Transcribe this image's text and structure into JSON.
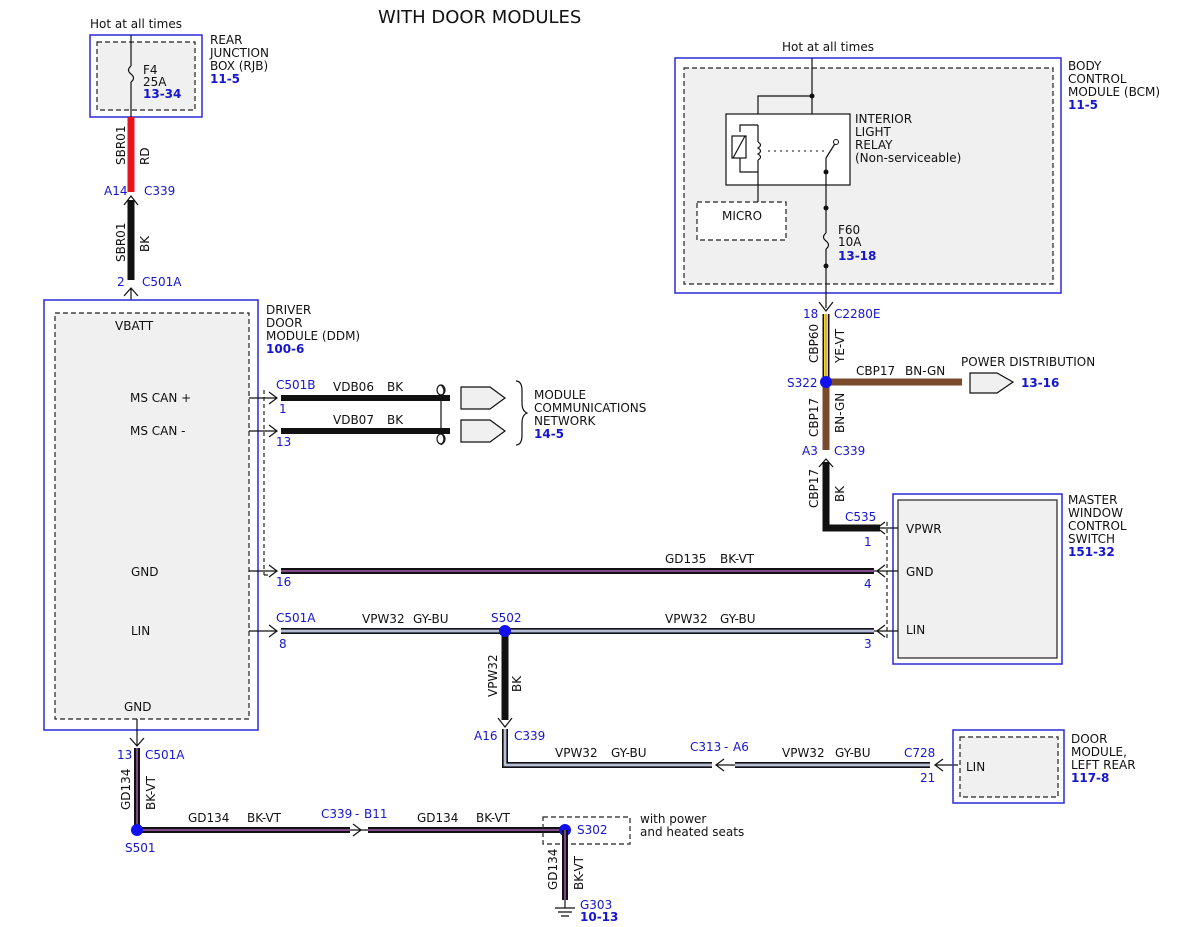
{
  "title": "WITH DOOR MODULES",
  "hot_at_all_times": "Hot at all times",
  "rjb": {
    "lines": [
      "REAR",
      "JUNCTION",
      "BOX (RJB)"
    ],
    "ref": "11-5",
    "fuse": "F4",
    "amps": "25A",
    "fuse_ref": "13-34"
  },
  "wire_sbr01_rd": {
    "circuit": "SBR01",
    "color": "RD"
  },
  "conn_a14": {
    "pin": "A14",
    "name": "C339"
  },
  "wire_sbr01_bk": {
    "circuit": "SBR01",
    "color": "BK"
  },
  "conn_c501a_2": {
    "pin": "2",
    "name": "C501A"
  },
  "ddm": {
    "lines": [
      "DRIVER",
      "DOOR",
      "MODULE (DDM)"
    ],
    "ref": "100-6",
    "vbatt": "VBATT",
    "ms_can_plus": "MS CAN +",
    "ms_can_minus": "MS CAN -",
    "gnd_right": "GND",
    "lin": "LIN",
    "gnd_bottom": "GND"
  },
  "conn_c501b": {
    "name": "C501B",
    "pin1": "1",
    "pin13": "13"
  },
  "wire_vdb06": {
    "circuit": "VDB06",
    "color": "BK"
  },
  "wire_vdb07": {
    "circuit": "VDB07",
    "color": "BK"
  },
  "mcn": {
    "lines": [
      "MODULE",
      "COMMUNICATIONS",
      "NETWORK"
    ],
    "ref": "14-5"
  },
  "bcm": {
    "lines": [
      "BODY",
      "CONTROL",
      "MODULE (BCM)"
    ],
    "ref": "11-5",
    "relay_lines": [
      "INTERIOR",
      "LIGHT",
      "RELAY",
      "(Non-serviceable)"
    ],
    "micro": "MICRO",
    "fuse": "F60",
    "amps": "10A",
    "fuse_ref": "13-18"
  },
  "conn_c2280e": {
    "pin": "18",
    "name": "C2280E"
  },
  "wire_cbp60": {
    "circuit": "CBP60",
    "color": "YE-VT"
  },
  "splice_s322": "S322",
  "wire_cbp17_h": {
    "circuit": "CBP17",
    "color": "BN-GN"
  },
  "power_distribution": {
    "label": "POWER DISTRIBUTION",
    "ref": "13-16"
  },
  "wire_cbp17_v": {
    "circuit": "CBP17",
    "color": "BN-GN"
  },
  "conn_a3": {
    "pin": "A3",
    "name": "C339"
  },
  "wire_cbp17_bk": {
    "circuit": "CBP17",
    "color": "BK"
  },
  "conn_c535": {
    "name": "C535",
    "pin1": "1",
    "pin4": "4",
    "pin3": "3"
  },
  "mwcs": {
    "lines": [
      "MASTER",
      "WINDOW",
      "CONTROL",
      "SWITCH"
    ],
    "ref": "151-32",
    "vpwr": "VPWR",
    "gnd": "GND",
    "lin": "LIN"
  },
  "conn_c501a_16": {
    "pin": "16"
  },
  "wire_gd135": {
    "circuit": "GD135",
    "color": "BK-VT"
  },
  "conn_c501a_8": {
    "name": "C501A",
    "pin": "8"
  },
  "wire_vpw32_left": {
    "circuit": "VPW32",
    "color": "GY-BU"
  },
  "splice_s502": "S502",
  "wire_vpw32_right": {
    "circuit": "VPW32",
    "color": "GY-BU"
  },
  "wire_vpw32_down": {
    "circuit": "VPW32",
    "color": "BK"
  },
  "conn_a16": {
    "pin": "A16",
    "name": "C339"
  },
  "wire_vpw32_low1": {
    "circuit": "VPW32",
    "color": "GY-BU"
  },
  "conn_c313": {
    "name": "C313",
    "pin": "A6"
  },
  "wire_vpw32_low2": {
    "circuit": "VPW32",
    "color": "GY-BU"
  },
  "conn_c728": {
    "name": "C728",
    "pin": "21"
  },
  "door_module_lr": {
    "lines": [
      "DOOR",
      "MODULE,",
      "LEFT REAR"
    ],
    "ref": "117-8",
    "lin": "LIN"
  },
  "conn_c501a_13": {
    "pin": "13",
    "name": "C501A"
  },
  "wire_gd134_v": {
    "circuit": "GD134",
    "color": "BK-VT"
  },
  "splice_s501": "S501",
  "wire_gd134_h1": {
    "circuit": "GD134",
    "color": "BK-VT"
  },
  "conn_c339_b11": {
    "name": "C339",
    "pin": "B11"
  },
  "wire_gd134_h2": {
    "circuit": "GD134",
    "color": "BK-VT"
  },
  "splice_s302": "S302",
  "option_note": [
    "with power",
    "and heated seats"
  ],
  "wire_gd134_g": {
    "circuit": "GD134",
    "color": "BK-VT"
  },
  "ground_g303": {
    "name": "G303",
    "ref": "10-13"
  },
  "colors": {
    "module_border": "#2a2ad8",
    "label_blue": "#1515d0",
    "wire_red": "#e8141c",
    "wire_yellow": "#f2e020",
    "wire_brown": "#7a4a2c",
    "wire_violet": "#c76bd8",
    "wire_grayblue": "#8a95b8",
    "splice": "#1010f0"
  }
}
